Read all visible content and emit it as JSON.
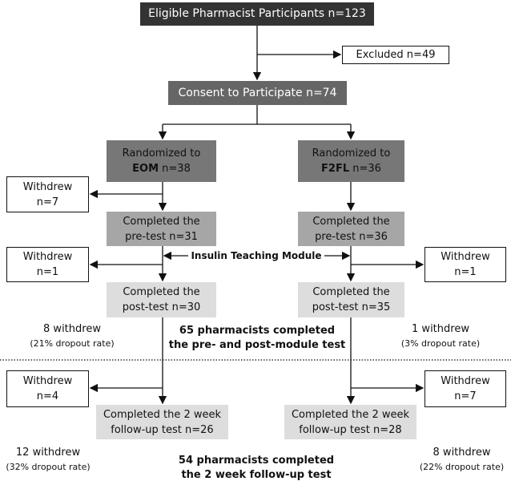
{
  "eligible": "Eligible Pharmacist Participants n=123",
  "excluded": "Excluded n=49",
  "consent": "Consent to Participate n=74",
  "eom": {
    "line1": "Randomized to",
    "arm": "EOM",
    "n": " n=38"
  },
  "f2fl": {
    "line1": "Randomized to",
    "arm": "F2FL",
    "n": " n=36"
  },
  "withdrew_eom_1": {
    "l1": "Withdrew",
    "l2": "n=7"
  },
  "pre_eom": {
    "l1": "Completed the",
    "l2": "pre-test n=31"
  },
  "pre_f2fl": {
    "l1": "Completed the",
    "l2": "pre-test n=36"
  },
  "module": "Insulin Teaching Module",
  "withdrew_eom_2": {
    "l1": "Withdrew",
    "l2": "n=1"
  },
  "withdrew_f2fl_2": {
    "l1": "Withdrew",
    "l2": "n=1"
  },
  "post_eom": {
    "l1": "Completed the",
    "l2": "post-test n=30"
  },
  "post_f2fl": {
    "l1": "Completed the",
    "l2": "post-test n=35"
  },
  "sum1_left": {
    "l1": "8 withdrew",
    "l2": "(21% dropout rate)"
  },
  "sum1_right": {
    "l1": "1 withdrew",
    "l2": "(3% dropout rate)"
  },
  "sum1_center": {
    "l1": "65 pharmacists completed",
    "l2": "the pre- and post-module test"
  },
  "withdrew_eom_3": {
    "l1": "Withdrew",
    "l2": "n=4"
  },
  "withdrew_f2fl_3": {
    "l1": "Withdrew",
    "l2": "n=7"
  },
  "fu_eom": {
    "l1": "Completed the 2 week",
    "l2": "follow-up test n=26"
  },
  "fu_f2fl": {
    "l1": "Completed the 2 week",
    "l2": "follow-up test n=28"
  },
  "sum2_left": {
    "l1": "12 withdrew",
    "l2": "(32% dropout rate)"
  },
  "sum2_right": {
    "l1": "8 withdrew",
    "l2": "(22% dropout rate)"
  },
  "sum2_center": {
    "l1": "54 pharmacists completed",
    "l2": "the 2 week follow-up test"
  }
}
